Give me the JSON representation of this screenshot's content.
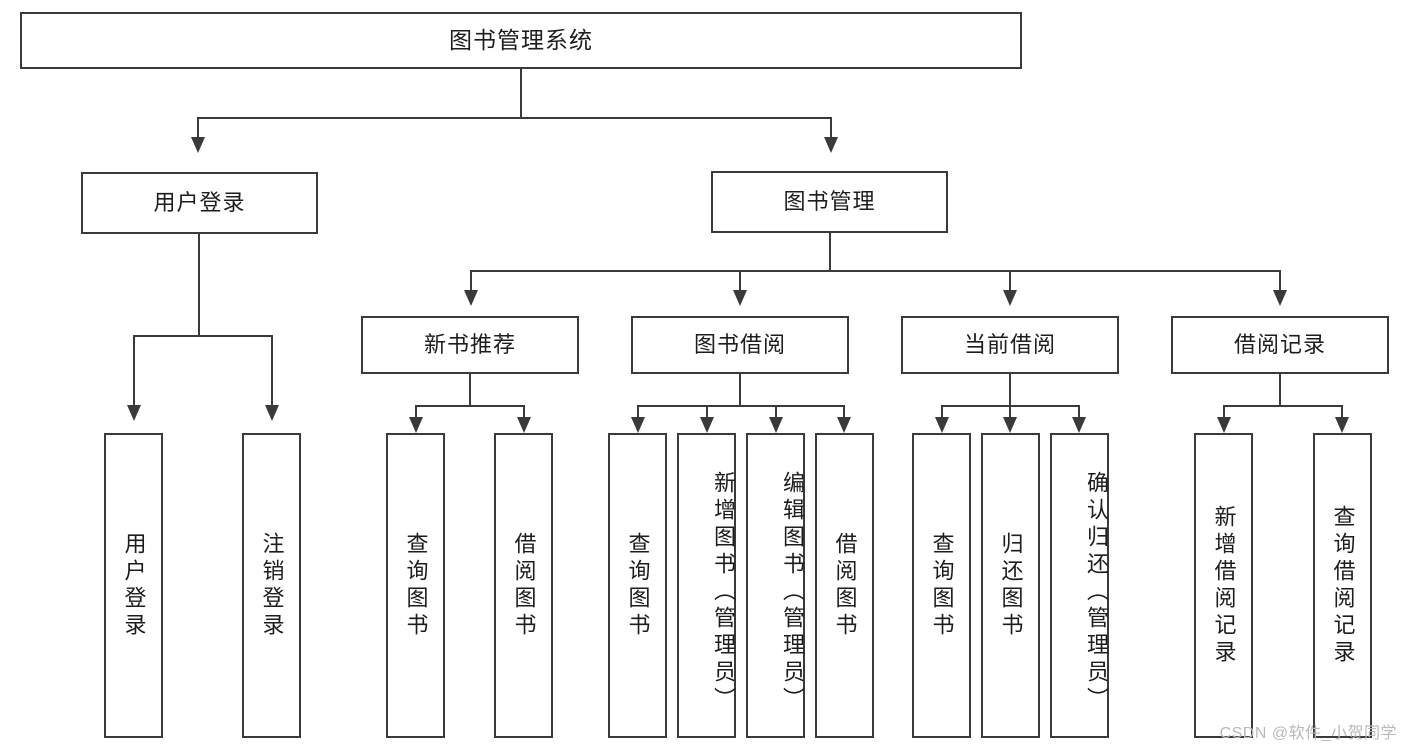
{
  "diagram": {
    "title": "图书管理系统",
    "type": "tree",
    "colors": {
      "stroke": "#3a3a3a",
      "fill": "#ffffff",
      "text": "#1d1d1d",
      "watermark": "#b9b9b9"
    }
  },
  "root": {
    "label": "图书管理系统"
  },
  "level1": [
    {
      "id": "user-login",
      "label": "用户登录"
    },
    {
      "id": "book-manage",
      "label": "图书管理"
    }
  ],
  "level2": [
    {
      "id": "new-book-recommend",
      "label": "新书推荐"
    },
    {
      "id": "book-borrow",
      "label": "图书借阅"
    },
    {
      "id": "current-borrow",
      "label": "当前借阅"
    },
    {
      "id": "borrow-record",
      "label": "借阅记录"
    }
  ],
  "leaves": {
    "user_login": [
      {
        "id": "leaf-user-login",
        "label": "用户登录"
      },
      {
        "id": "leaf-logout-login",
        "label": "注销登录"
      }
    ],
    "new_book_recommend": [
      {
        "id": "leaf-query-book-1",
        "label": "查询图书"
      },
      {
        "id": "leaf-borrow-book-1",
        "label": "借阅图书"
      }
    ],
    "book_borrow": [
      {
        "id": "leaf-query-book-2",
        "label": "查询图书"
      },
      {
        "id": "leaf-add-book",
        "label": "新增图书（管理员）"
      },
      {
        "id": "leaf-edit-book",
        "label": "编辑图书（管理员）"
      },
      {
        "id": "leaf-borrow-book-2",
        "label": "借阅图书"
      }
    ],
    "current_borrow": [
      {
        "id": "leaf-query-book-3",
        "label": "查询图书"
      },
      {
        "id": "leaf-return-book",
        "label": "归还图书"
      },
      {
        "id": "leaf-confirm-return",
        "label": "确认归还（管理员）"
      }
    ],
    "borrow_record": [
      {
        "id": "leaf-add-record",
        "label": "新增借阅记录"
      },
      {
        "id": "leaf-query-record",
        "label": "查询借阅记录"
      }
    ]
  },
  "watermark": {
    "text": "CSDN @软件_小贺同学"
  }
}
